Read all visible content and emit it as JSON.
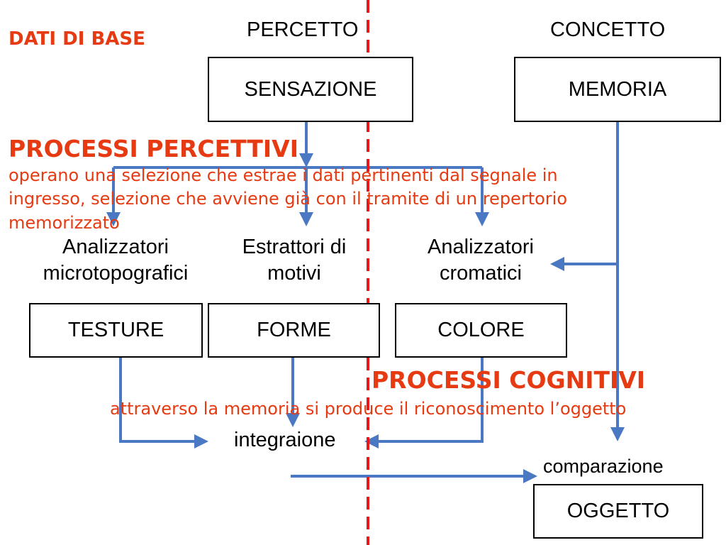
{
  "headings": {
    "dati_di_base": "DATI DI BASE",
    "processi_percettivi": "PROCESSI PERCETTIVI",
    "processi_percettivi_desc": [
      "operano una selezione che estrae i dati pertinenti dal segnale in",
      "ingresso, selezione che avviene già con il tramite di un repertorio",
      "memorizzato"
    ],
    "processi_cognitivi": "PROCESSI COGNITIVI",
    "processi_cognitivi_desc": "attraverso la memoria si produce il riconoscimento l’oggetto"
  },
  "columns": {
    "percetto": "PERCETTO",
    "concetto": "CONCETTO"
  },
  "boxes": {
    "sensazione": "SENSAZIONE",
    "memoria": "MEMORIA",
    "testure": "TESTURE",
    "forme": "FORME",
    "colore": "COLORE",
    "oggetto": "OGGETTO"
  },
  "analyzers": {
    "microtopografici": [
      "Analizzatori",
      "microtopografici"
    ],
    "motivi": [
      "Estrattori di",
      "motivi"
    ],
    "cromatici": [
      "Analizzatori",
      "cromatici"
    ]
  },
  "labels": {
    "integrazione": "integraione",
    "comparazione": "comparazione"
  },
  "colors": {
    "accent_red": "#e63a12",
    "arrow_blue": "#4a78c2",
    "divider_red": "#e8181a"
  }
}
